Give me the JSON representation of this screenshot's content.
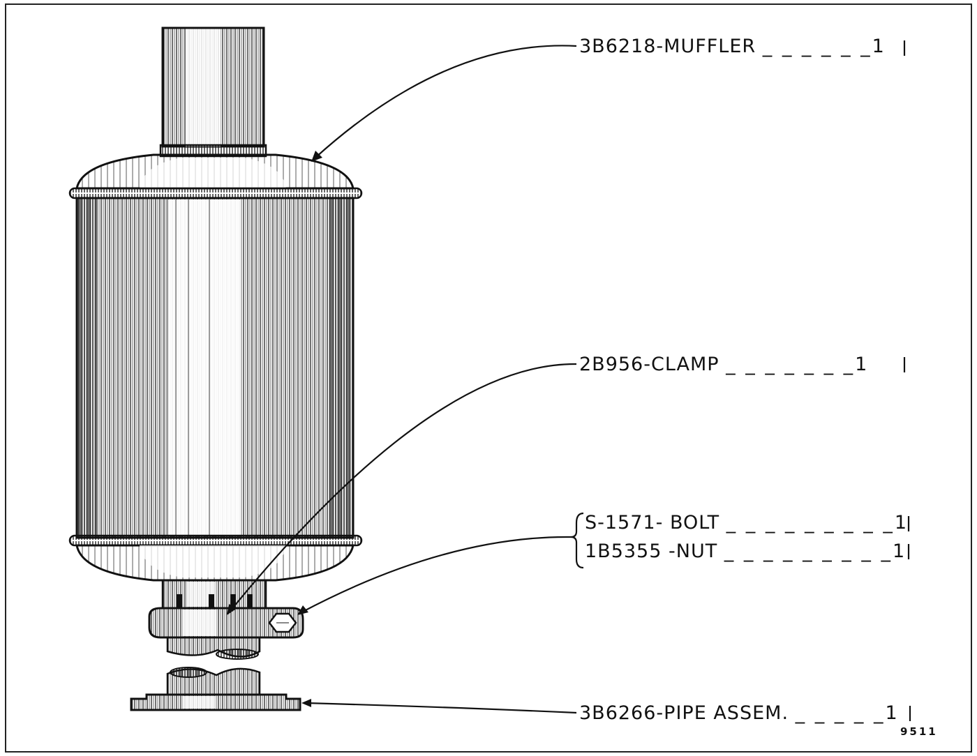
{
  "parts": [
    {
      "part_no": "3B6218",
      "sep": "-",
      "name": "MUFFLER",
      "dashes": "_ _ _ _ _ _",
      "qty": "1"
    },
    {
      "part_no": "2B956",
      "sep": "-",
      "name": "CLAMP",
      "dashes": "_ _ _ _ _ _ _",
      "qty": "1"
    },
    {
      "part_no": "S-1571",
      "sep": "- ",
      "name": "BOLT",
      "dashes": "_ _ _ _ _ _ _ _ _",
      "qty": "1"
    },
    {
      "part_no": "1B5355",
      "sep": " -",
      "name": "NUT",
      "dashes": "_ _ _ _ _ _ _ _ _",
      "qty": "1"
    },
    {
      "part_no": "3B6266",
      "sep": "-",
      "name": "PIPE ASSEM.",
      "dashes": "_ _ _ _ _",
      "qty": "1"
    }
  ],
  "figure_number": "9511",
  "colors": {
    "ink": "#111111",
    "paper": "#ffffff"
  }
}
